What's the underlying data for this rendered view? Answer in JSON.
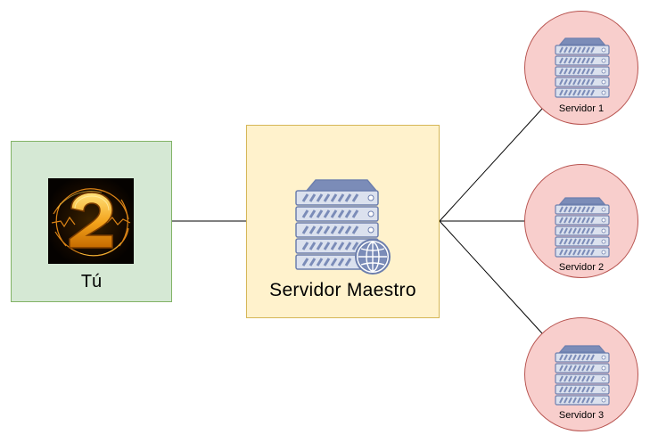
{
  "user": {
    "label": "Tú",
    "avatar_icon": "number-2-fire-avatar-icon",
    "fill": "#d5e8d4",
    "stroke": "#82b366"
  },
  "master": {
    "label": "Servidor Maestro",
    "icon": "web-server-icon",
    "fill": "#fff2cc",
    "stroke": "#d6b656"
  },
  "servers": [
    {
      "label": "Servidor 1",
      "icon": "server-rack-icon"
    },
    {
      "label": "Servidor 2",
      "icon": "server-rack-icon"
    },
    {
      "label": "Servidor 3",
      "icon": "server-rack-icon"
    }
  ],
  "server_style": {
    "fill": "#f8cecc",
    "stroke": "#b85450"
  },
  "icon_colors": {
    "server_fill": "#dbe1ee",
    "server_stroke": "#6d7fae",
    "server_dark": "#7b8cb8"
  },
  "edges": [
    {
      "from": "Tú",
      "to": "Servidor Maestro"
    },
    {
      "from": "Servidor Maestro",
      "to": "Servidor 1"
    },
    {
      "from": "Servidor Maestro",
      "to": "Servidor 2"
    },
    {
      "from": "Servidor Maestro",
      "to": "Servidor 3"
    }
  ]
}
